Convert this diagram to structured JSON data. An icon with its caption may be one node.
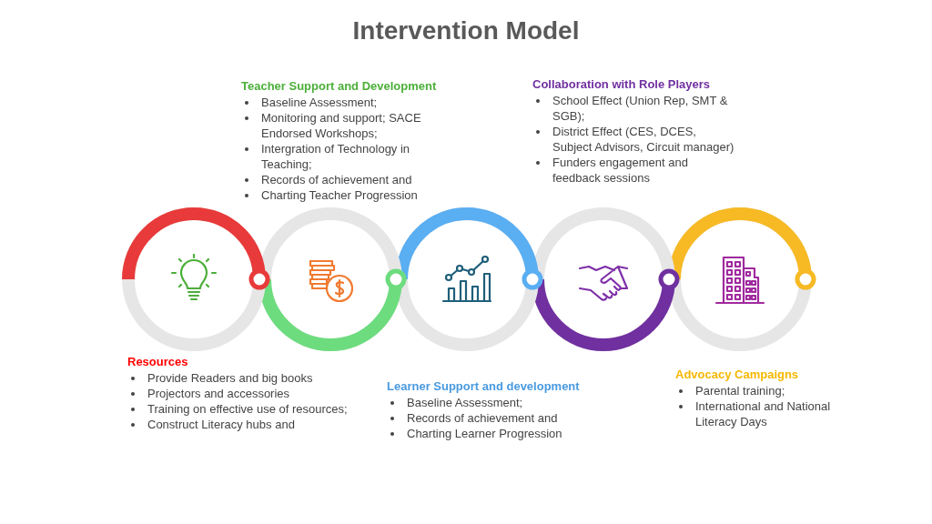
{
  "diagram": {
    "title": "Intervention Model",
    "nodes": [
      {
        "text": [],
        "shape": "circle",
        "beside": [
          "Resources",
          "Provide Readers and big books",
          "Projectors and accessories",
          "Training on effective use of resources;",
          "Construct Literacy hubs and"
        ]
      },
      {
        "text": [],
        "shape": "circle",
        "beside": [
          "Teacher Support and Development",
          "Baseline Assessment;",
          "Monitoring and support; SACE Endorsed Workshops;",
          "Intergration of Technology in Teaching;",
          "Records of achievement and",
          "Charting Teacher Progression"
        ]
      },
      {
        "text": [],
        "shape": "circle",
        "beside": [
          "Learner Support and development",
          "Baseline Assessment;",
          "Records of achievement and",
          "Charting Learner Progression"
        ]
      },
      {
        "text": [],
        "shape": "circle",
        "beside": [
          "Collaboration with Role Players",
          "School Effect (Union Rep, SMT & SGB);",
          "District Effect (CES, DCES, Subject Advisors, Circuit manager)",
          "Funders engagement and feedback sessions"
        ]
      },
      {
        "text": [],
        "shape": "circle",
        "beside": [
          "Advocacy Campaigns",
          "Parental training;",
          "International and National Literacy Days"
        ]
      }
    ]
  }
}
